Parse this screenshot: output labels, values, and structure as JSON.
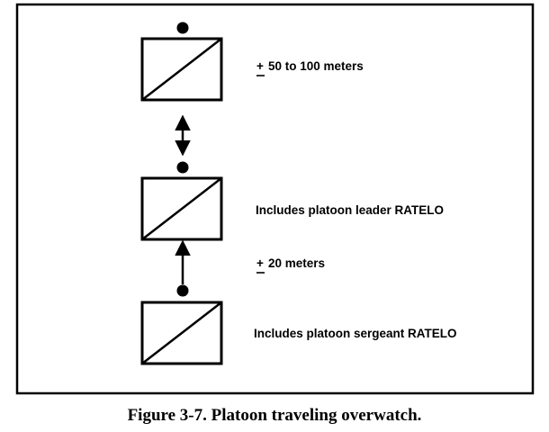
{
  "diagram": {
    "labels": {
      "top_spacing_symbol": "+",
      "top_spacing_text": "50 to 100 meters",
      "middle_unit_note": "Includes platoon leader RATELO",
      "lower_spacing_symbol": "+",
      "lower_spacing_text": "20 meters",
      "bottom_unit_note": "Includes platoon sergeant RATELO"
    },
    "units": [
      {
        "symbol": "unit-box-with-diagonal"
      },
      {
        "symbol": "unit-box-with-diagonal"
      },
      {
        "symbol": "unit-box-with-diagonal"
      }
    ]
  },
  "caption": "Figure 3-7. Platoon traveling overwatch."
}
